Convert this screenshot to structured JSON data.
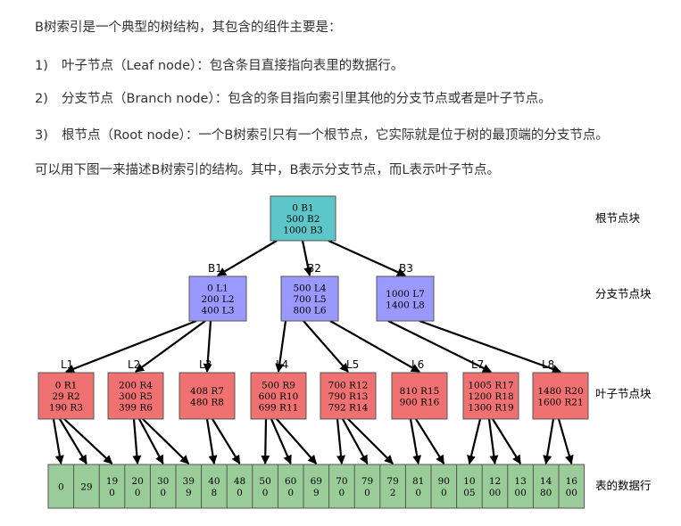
{
  "intro": "B树索引是一个典型的树结构，其包含的组件主要是：",
  "items": [
    {
      "num": "1)",
      "text": "叶子节点（Leaf node）：包含条目直接指向表里的数据行。"
    },
    {
      "num": "2)",
      "text": "分支节点（Branch node）：包含的条目指向索引里其他的分支节点或者是叶子节点。"
    },
    {
      "num": "3)",
      "text": "根节点（Root node）：一个B树索引只有一个根节点，它实际就是位于树的最顶端的分支节点。"
    }
  ],
  "summary": "可以用下图一来描述B树索引的结构。其中，B表示分支节点，而L表示叶子节点。",
  "diagram": {
    "colors": {
      "root": "#5cc6c8",
      "branch": "#9999ff",
      "leaf": "#f07171",
      "row": "#99cc99"
    },
    "root": {
      "lines": [
        "0 B1",
        "500 B2",
        "1000 B3"
      ]
    },
    "branches": [
      {
        "label": "B1",
        "lines": [
          "0 L1",
          "200 L2",
          "400 L3"
        ]
      },
      {
        "label": "B2",
        "lines": [
          "500 L4",
          "700 L5",
          "800 L6"
        ]
      },
      {
        "label": "B3",
        "lines": [
          "1000 L7",
          "1400 L8"
        ]
      }
    ],
    "leaves": [
      {
        "label": "L1",
        "lines": [
          "0 R1",
          "29 R2",
          "190 R3"
        ]
      },
      {
        "label": "L2",
        "lines": [
          "200 R4",
          "300 R5",
          "399 R6"
        ]
      },
      {
        "label": "L3",
        "lines": [
          "408 R7",
          "480 R8"
        ]
      },
      {
        "label": "L4",
        "lines": [
          "500 R9",
          "600 R10",
          "699 R11"
        ]
      },
      {
        "label": "L5",
        "lines": [
          "700 R12",
          "790 R13",
          "792 R14"
        ]
      },
      {
        "label": "L6",
        "lines": [
          "810 R15",
          "900 R16"
        ]
      },
      {
        "label": "L7",
        "lines": [
          "1005 R17",
          "1200 R18",
          "1300 R19"
        ]
      },
      {
        "label": "L8",
        "lines": [
          "1480 R20",
          "1600 R21"
        ]
      }
    ],
    "rows": [
      [
        "0"
      ],
      [
        "29"
      ],
      [
        "19",
        "0"
      ],
      [
        "20",
        "0"
      ],
      [
        "30",
        "0"
      ],
      [
        "39",
        "9"
      ],
      [
        "40",
        "8"
      ],
      [
        "48",
        "0"
      ],
      [
        "50",
        "0"
      ],
      [
        "60",
        "0"
      ],
      [
        "69",
        "9"
      ],
      [
        "70",
        "0"
      ],
      [
        "79",
        "0"
      ],
      [
        "79",
        "2"
      ],
      [
        "81",
        "0"
      ],
      [
        "90",
        "0"
      ],
      [
        "10",
        "05"
      ],
      [
        "12",
        "00"
      ],
      [
        "13",
        "00"
      ],
      [
        "14",
        "80"
      ],
      [
        "16",
        "00"
      ]
    ],
    "side_labels": {
      "root": "根节点块",
      "branch": "分支节点块",
      "leaf": "叶子节点块",
      "rows": "表的数据行"
    }
  }
}
